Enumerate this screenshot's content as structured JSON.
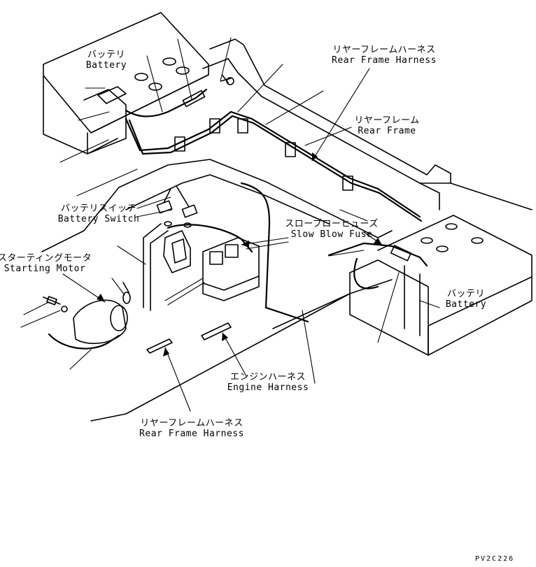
{
  "labels": {
    "battery_top_left": {
      "ja": "バッテリ",
      "en": "Battery"
    },
    "rear_frame_harness_top": {
      "ja": "リヤーフレームハーネス",
      "en": "Rear Frame Harness"
    },
    "rear_frame": {
      "ja": "リヤーフレーム",
      "en": "Rear Frame"
    },
    "battery_switch": {
      "ja": "バッテリスイッチ",
      "en": "Battery Switch"
    },
    "slow_blow_fuse": {
      "ja": "スローブローヒューズ",
      "en": "Slow Blow Fuse"
    },
    "starting_motor": {
      "ja": "スターティングモータ",
      "en": "Starting Motor"
    },
    "battery_right": {
      "ja": "バッテリ",
      "en": "Battery"
    },
    "engine_harness": {
      "ja": "エンジンハーネス",
      "en": "Engine Harness"
    },
    "rear_frame_harness_bottom": {
      "ja": "リヤーフレームハーネス",
      "en": "Rear Frame Harness"
    }
  },
  "drawing_code": "PV2C226"
}
